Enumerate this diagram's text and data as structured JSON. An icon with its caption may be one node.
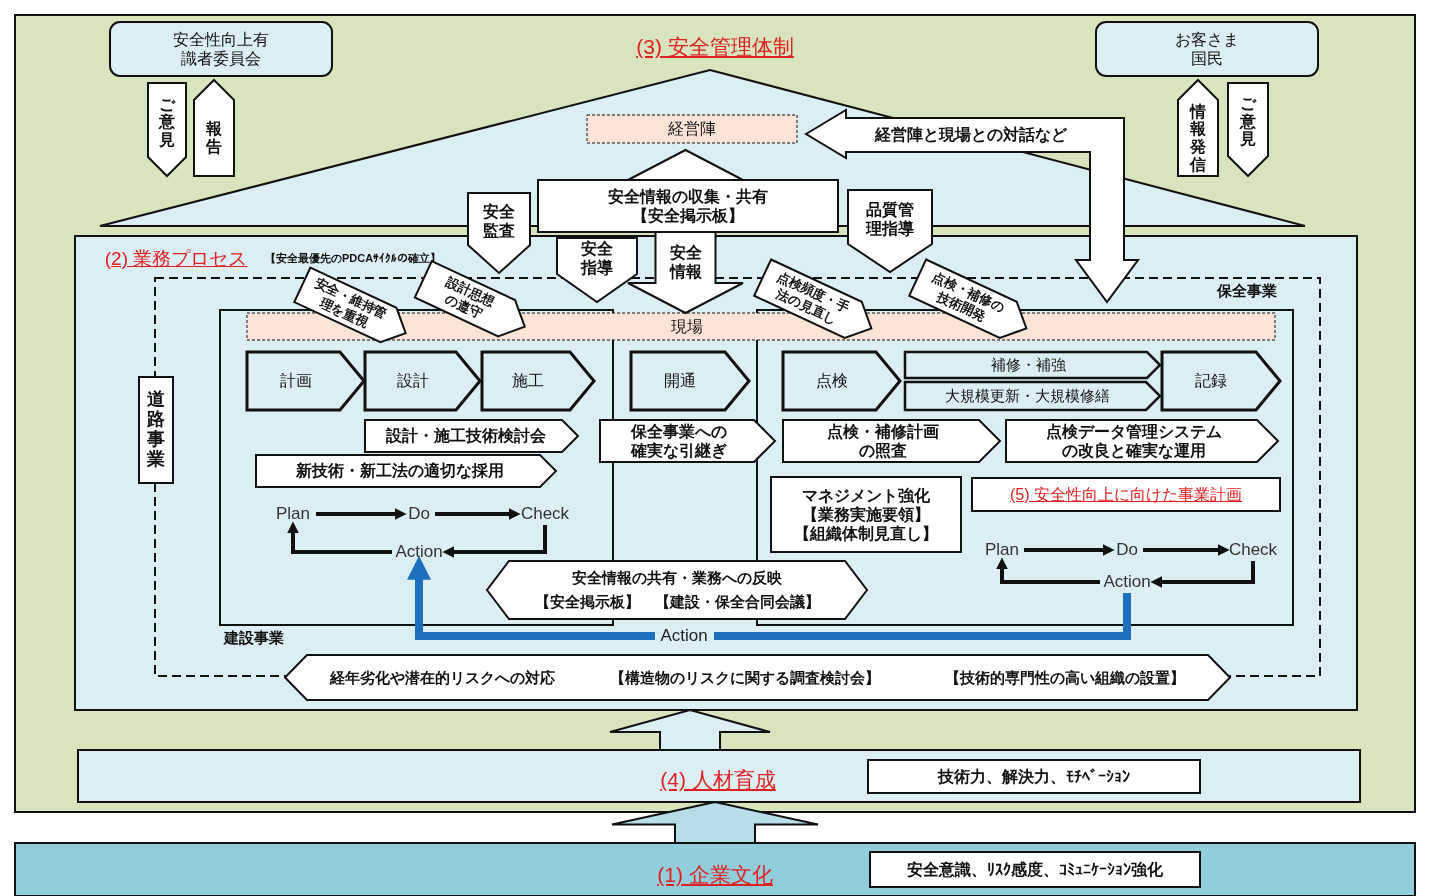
{
  "diagram": {
    "nodes": [
      {
        "text": [
          "(3) 安全管理体制"
        ]
      },
      {
        "text": [
          "安全性向上有識者委員会"
        ],
        "in": 0
      },
      {
        "text": [
          "ご意見"
        ],
        "in": 0
      },
      {
        "text": [
          "報告"
        ],
        "in": 0
      },
      {
        "text": [
          "お客さま国民"
        ],
        "in": 0
      },
      {
        "text": [
          "情報発信"
        ],
        "in": 0
      },
      {
        "text": [
          "ご意見"
        ],
        "in": 0
      },
      {
        "text": [
          "経営陣"
        ],
        "in": 0
      },
      {
        "text": [
          "経営陣と現場との対話など"
        ],
        "in": 0
      },
      {
        "text": [
          "安全情報の収集・共有【安全掲示板】"
        ],
        "in": 0
      },
      {
        "text": [
          "安全情報"
        ],
        "in": 0
      },
      {
        "text": [
          "安全監査"
        ],
        "in": 0
      },
      {
        "text": [
          "安全指導"
        ],
        "in": 14
      },
      {
        "text": [
          "品質管理指導"
        ],
        "in": 0
      },
      {
        "text": [
          "(2) 業務プロセス",
          "【安全最優先のPDCAｻｲｸﾙの確立】"
        ],
        "in": 0
      },
      {
        "text": [
          "道路事業"
        ],
        "in": 14
      },
      {
        "text": [
          "建設事業"
        ],
        "in": 15
      },
      {
        "text": [
          "保全事業"
        ],
        "in": 15
      },
      {
        "text": [
          "現場"
        ],
        "in": 15
      },
      {
        "text": [
          "安全・維持管理を重視"
        ],
        "in": 14
      },
      {
        "text": [
          "設計思想の遵守"
        ],
        "in": 14
      },
      {
        "text": [
          "点検頻度・手法の見直し"
        ],
        "in": 14
      },
      {
        "text": [
          "点検・補修の技術開発"
        ],
        "in": 14
      },
      {
        "text": [
          "計画"
        ],
        "in": 16
      },
      {
        "text": [
          "設計"
        ],
        "in": 16
      },
      {
        "text": [
          "施工"
        ],
        "in": 16
      },
      {
        "text": [
          "設計・施工技術検討会"
        ],
        "in": 16
      },
      {
        "text": [
          "新技術・新工法の適切な採用"
        ],
        "in": 16
      },
      {
        "text": [
          "Plan"
        ],
        "in": 16
      },
      {
        "text": [
          "Do"
        ],
        "in": 16
      },
      {
        "text": [
          "Check"
        ],
        "in": 16
      },
      {
        "text": [
          "Action"
        ],
        "in": 16
      },
      {
        "text": [
          "開通"
        ],
        "in": 15
      },
      {
        "text": [
          "保全事業への確実な引継ぎ"
        ],
        "in": 15
      },
      {
        "text": [
          "点検"
        ],
        "in": 17
      },
      {
        "text": [
          "補修・補強"
        ],
        "in": 17
      },
      {
        "text": [
          "大規模更新・大規模修繕"
        ],
        "in": 17
      },
      {
        "text": [
          "記録"
        ],
        "in": 17
      },
      {
        "text": [
          "点検・補修計画の照査"
        ],
        "in": 17
      },
      {
        "text": [
          "点検データ管理システムの改良と確実な運用"
        ],
        "in": 17
      },
      {
        "text": [
          "マネジメント強化【業務実施要領】【組織体制見直し】"
        ],
        "in": 17
      },
      {
        "text": [
          "(5) 安全性向上に向けた事業計画"
        ],
        "in": 17
      },
      {
        "text": [
          "Plan"
        ],
        "in": 17
      },
      {
        "text": [
          "Do"
        ],
        "in": 17
      },
      {
        "text": [
          "Check"
        ],
        "in": 17
      },
      {
        "text": [
          "Action"
        ],
        "in": 17
      },
      {
        "text": [
          "安全情報の共有・業務への反映",
          "【安全掲示板】　【建設・保全合同会議】"
        ],
        "in": 15
      },
      {
        "text": [
          "経年劣化や潜在的リスクへの対応",
          "【構造物のリスクに関する調査検討会】",
          "【技術的専門性の高い組織の設置】"
        ],
        "in": 14
      },
      {
        "text": [
          "(4) 人材育成"
        ],
        "in": 0
      },
      {
        "text": [
          "技術力、解決力、ﾓﾁﾍﾞｰｼｮﾝ"
        ],
        "in": 48
      },
      {
        "text": [
          "(1) 企業文化"
        ]
      },
      {
        "text": [
          "安全意識、ﾘｽｸ感度、ｺﾐｭﾆｹｰｼｮﾝ強化"
        ],
        "in": 50
      }
    ],
    "edges": [
      {
        "from": 28,
        "to": 29,
        "arrow": "to"
      },
      {
        "from": 29,
        "to": 30,
        "arrow": "to"
      },
      {
        "from": 30,
        "to": 31,
        "arrow": "to"
      },
      {
        "from": 31,
        "to": 28,
        "arrow": "to"
      },
      {
        "from": 42,
        "to": 43,
        "arrow": "to"
      },
      {
        "from": 43,
        "to": 44,
        "arrow": "to"
      },
      {
        "from": 44,
        "to": 45,
        "arrow": "to"
      },
      {
        "from": 45,
        "to": 42,
        "arrow": "to"
      },
      {
        "from": 45,
        "to": 31,
        "arrow": "to",
        "label": "Action",
        "style": "thick",
        "color": "#1f6fbf"
      },
      {
        "from": 48,
        "to": 14,
        "arrow": "to",
        "style": "thick"
      },
      {
        "from": 50,
        "to": 48,
        "arrow": "to",
        "style": "thick"
      }
    ]
  }
}
